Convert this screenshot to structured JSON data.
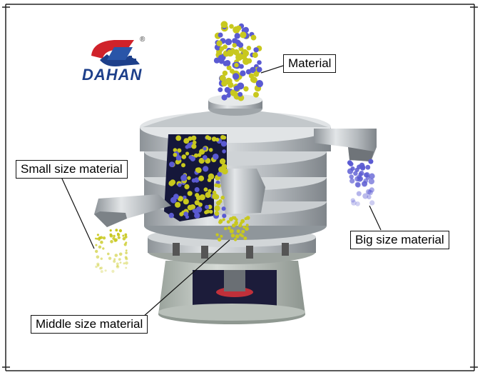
{
  "brand": {
    "name": "DAHAN",
    "registered": "®"
  },
  "labels": {
    "material": "Material",
    "small": "Small size material",
    "big": "Big size material",
    "middle": "Middle size material"
  },
  "colors": {
    "yellow_particle": "#c8c81e",
    "blue_particle": "#5a5ad2",
    "steel": "#b9bec3",
    "dark_base": "#1c1c3a",
    "logo_blue": "#1d3f8a",
    "logo_red": "#d0222a"
  }
}
